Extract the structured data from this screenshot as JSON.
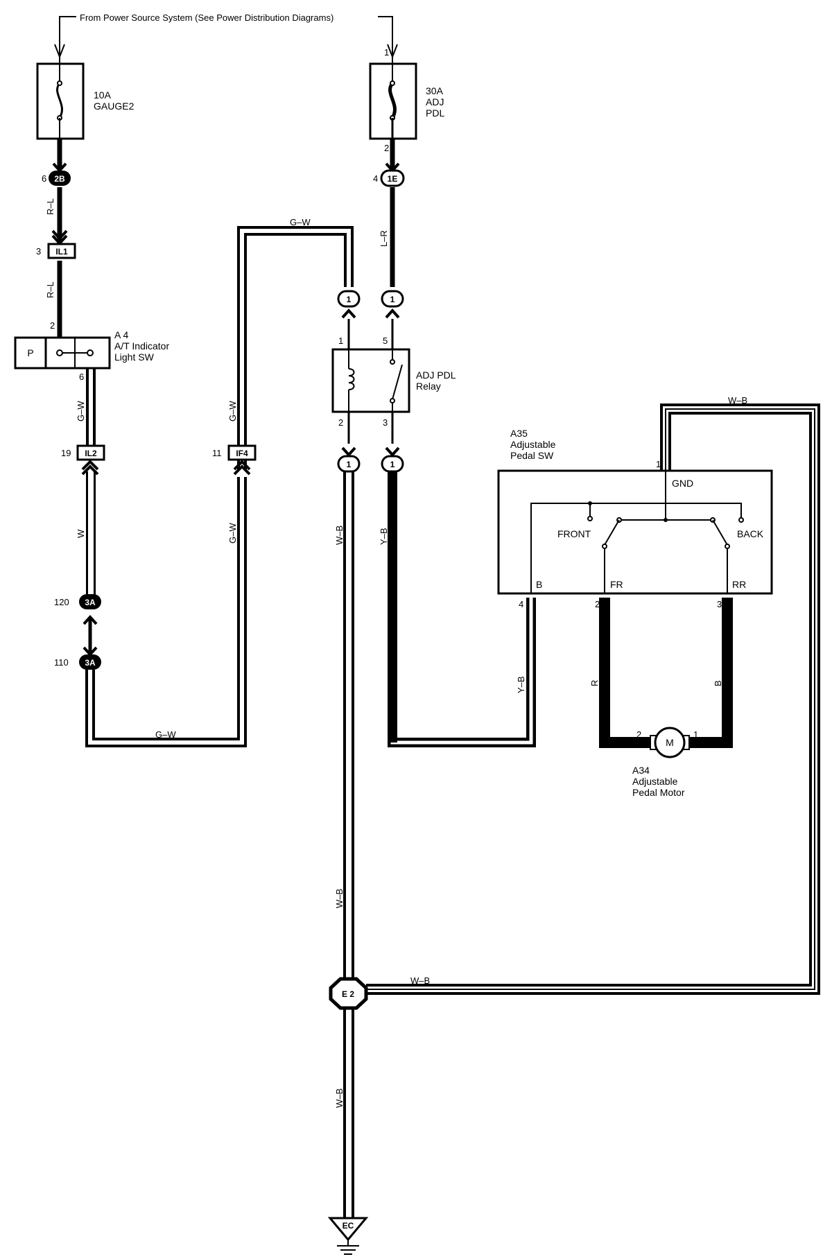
{
  "header": {
    "source_text": "From Power Source System (See Power Distribution Diagrams)"
  },
  "fuses": [
    {
      "id": "fuse-gauge2",
      "amp": "10A",
      "name": "GAUGE2",
      "pin_top": "",
      "pin_bottom": ""
    },
    {
      "id": "fuse-adj-pdl",
      "amp": "30A",
      "name_line1": "ADJ",
      "name_line2": "PDL",
      "pin_top": "1",
      "pin_bottom": "2"
    }
  ],
  "connectors": {
    "c2b": {
      "label": "2B",
      "pin": "6"
    },
    "c1e": {
      "label": "1E",
      "pin": "4"
    },
    "il1": {
      "label": "IL1",
      "pin": "3"
    },
    "il2": {
      "label": "IL2",
      "pin": "19"
    },
    "if4": {
      "label": "IF4",
      "pin": "11"
    },
    "c3a_top": {
      "label": "3A",
      "pin": "120"
    },
    "c3a_bot": {
      "label": "3A",
      "pin": "110"
    },
    "relay_in_left": {
      "label": "1"
    },
    "relay_in_right": {
      "label": "1"
    },
    "relay_out_left": {
      "label": "1"
    },
    "relay_out_right": {
      "label": "1"
    }
  },
  "components": {
    "a4": {
      "code": "A 4",
      "name_line1": "A/T Indicator",
      "name_line2": "Light SW",
      "p_label": "P",
      "pin_top": "2",
      "pin_bottom": "6"
    },
    "relay": {
      "name_line1": "ADJ PDL",
      "name_line2": "Relay",
      "pin1": "1",
      "pin2": "2",
      "pin3": "3",
      "pin5": "5"
    },
    "a35": {
      "code": "A35",
      "name_line1": "Adjustable",
      "name_line2": "Pedal SW",
      "gnd": "GND",
      "front": "FRONT",
      "back": "BACK",
      "b": "B",
      "fr": "FR",
      "rr": "RR",
      "pin1": "1",
      "pin2": "2",
      "pin3": "3",
      "pin4": "4"
    },
    "a34": {
      "code": "A34",
      "name_line1": "Adjustable",
      "name_line2": "Pedal Motor",
      "motor": "M",
      "pin1": "1",
      "pin2": "2"
    },
    "e2": {
      "label": "E 2"
    },
    "ec": {
      "label": "EC"
    }
  },
  "wires": {
    "rl_top": "R–L",
    "rl_bottom": "R–L",
    "gw_a4": "G–W",
    "w_il2": "W",
    "gw_bottom": "G–W",
    "gw_if4_upper": "G–W",
    "gw_if4_lower": "G–W",
    "gw_top": "G–W",
    "lr": "L–R",
    "wb_relay": "W–B",
    "yb_relay": "Y–B",
    "yb_sw": "Y–B",
    "r_motor": "R",
    "b_motor": "B",
    "wb_right": "W–B",
    "wb_e2": "W–B",
    "wb_lower": "W–B",
    "wb_ground": "W–B"
  }
}
